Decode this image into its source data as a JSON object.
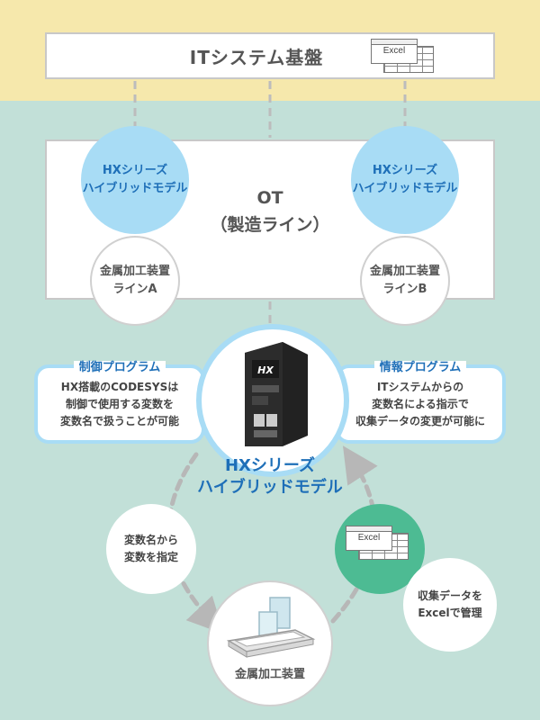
{
  "it_layer": {
    "title": "ITシステム基盤",
    "excel_label": "Excel"
  },
  "ot_layer": {
    "title": "OT",
    "subtitle": "（製造ライン）"
  },
  "hybrid_left": {
    "line1": "HXシリーズ",
    "line2": "ハイブリッドモデル"
  },
  "hybrid_right": {
    "line1": "HXシリーズ",
    "line2": "ハイブリッドモデル"
  },
  "line_a": {
    "line1": "金属加工装置",
    "line2": "ラインA"
  },
  "line_b": {
    "line1": "金属加工装置",
    "line2": "ラインB"
  },
  "control_program": {
    "title": "制御プログラム",
    "lines": [
      "HX搭載のCODESYSは",
      "制御で使用する変数を",
      "変数名で扱うことが可能"
    ]
  },
  "info_program": {
    "title": "情報プログラム",
    "lines": [
      "ITシステムからの",
      "変数名による指示で",
      "収集データの変更が可能に"
    ]
  },
  "center_device": {
    "line1": "HXシリーズ",
    "line2": "ハイブリッドモデル",
    "logo": "HX"
  },
  "step_variable": {
    "line1": "変数名から",
    "line2": "変数を指定"
  },
  "excel_step": {
    "excel_label": "Excel"
  },
  "step_manage": {
    "line1": "収集データを",
    "line2": "Excelで管理"
  },
  "machine": {
    "label": "金属加工装置"
  },
  "colors": {
    "top_band": "#f6e8ac",
    "background": "#c2e0d8",
    "accent_blue": "#a8dcf5",
    "text_blue": "#1e6fb8",
    "green": "#4dbb93"
  }
}
